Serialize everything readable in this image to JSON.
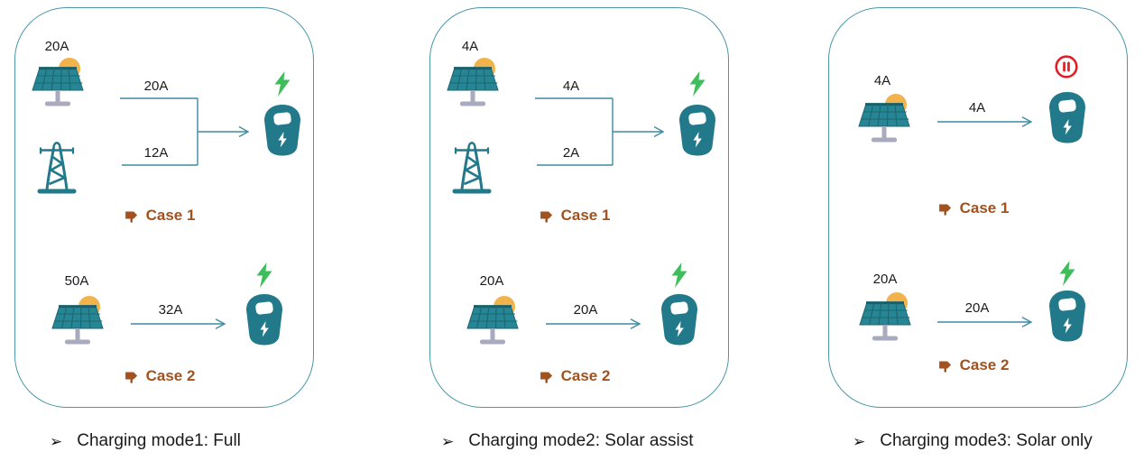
{
  "colors": {
    "teal": "#21798A",
    "panel_border": "#4997A9",
    "line": "#3E8CA0",
    "sun": "#F2B34C",
    "stand": "#A8ABBF",
    "green": "#3EBE5B",
    "red": "#E01E25",
    "brown": "#A3521D",
    "text": "#1A1A1A"
  },
  "panels": [
    {
      "name": "mode1",
      "case1": {
        "source_amp": "20A",
        "top_line_amp": "20A",
        "bottom_line_amp": "12A",
        "label": "Case 1",
        "charger_status": "charging"
      },
      "case2": {
        "source_amp": "50A",
        "arrow_amp": "32A",
        "label": "Case 2",
        "charger_status": "charging"
      },
      "caption": {
        "bullet": "➢",
        "text": "Charging mode1: Full"
      }
    },
    {
      "name": "mode2",
      "case1": {
        "source_amp": "4A",
        "top_line_amp": "4A",
        "bottom_line_amp": "2A",
        "label": "Case 1",
        "charger_status": "charging"
      },
      "case2": {
        "source_amp": "20A",
        "arrow_amp": "20A",
        "label": "Case 2",
        "charger_status": "charging"
      },
      "caption": {
        "bullet": "➢",
        "text": "Charging mode2: Solar assist"
      }
    },
    {
      "name": "mode3",
      "case1": {
        "source_amp": "4A",
        "arrow_amp": "4A",
        "label": "Case 1",
        "charger_status": "paused"
      },
      "case2": {
        "source_amp": "20A",
        "arrow_amp": "20A",
        "label": "Case 2",
        "charger_status": "charging"
      },
      "caption": {
        "bullet": "➢",
        "text": "Charging mode3: Solar only"
      }
    }
  ]
}
